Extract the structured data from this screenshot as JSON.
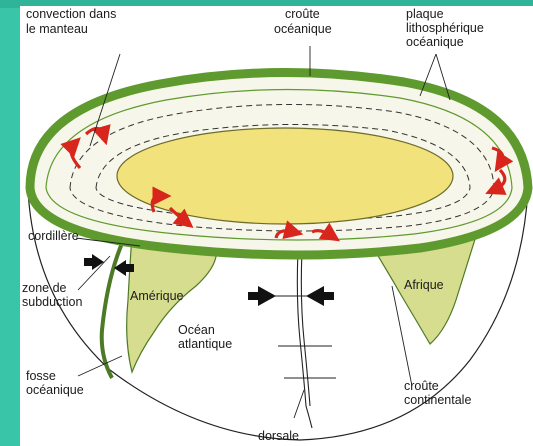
{
  "colors": {
    "background_teal": "#39c5a8",
    "panel": "#ffffff",
    "mantle_fill": "#f7f6ea",
    "core_yellow": "#f2e27c",
    "plate_green": "#5f9a2e",
    "continent_green": "#d6dd8f",
    "convection_arrow_red": "#d9261c",
    "motion_arrow_black": "#111111"
  },
  "icons": [
    "convection-arrow-icon",
    "divergence-arrow-icon",
    "convergence-arrow-icon"
  ],
  "labels": {
    "convection_line1": "convection dans",
    "convection_line2": "le manteau",
    "croute_oc_line1": "croûte",
    "croute_oc_line2": "océanique",
    "plaque_line1": "plaque",
    "plaque_line2": "lithosphérique",
    "plaque_line3": "océanique",
    "cordillere": "cordillère",
    "zone_line1": "zone de",
    "zone_line2": "subduction",
    "amerique": "Amérique",
    "ocean_line1": "Océan",
    "ocean_line2": "atlantique",
    "afrique": "Afrique",
    "fosse_line1": "fosse",
    "fosse_line2": "océanique",
    "croute_ct_line1": "croûte",
    "croute_ct_line2": "continentale",
    "dorsale": "dorsale"
  }
}
